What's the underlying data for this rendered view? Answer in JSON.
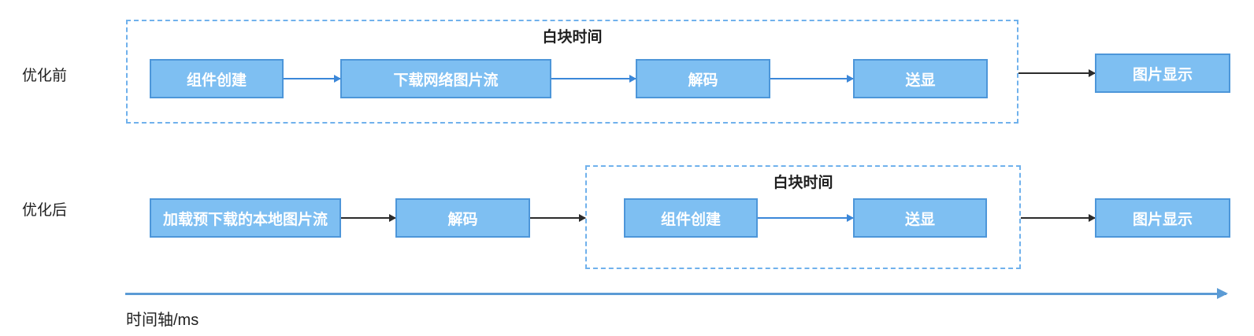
{
  "diagram": {
    "rows": [
      {
        "label": "优化前",
        "white_block": {
          "title": "白块时间",
          "boxes": [
            "组件创建",
            "下载网络图片流",
            "解码",
            "送显"
          ]
        },
        "result": "图片显示"
      },
      {
        "label": "优化后",
        "pre_boxes": [
          "加载预下载的本地图片流",
          "解码"
        ],
        "white_block": {
          "title": "白块时间",
          "boxes": [
            "组件创建",
            "送显"
          ]
        },
        "result": "图片显示"
      }
    ],
    "timeline": {
      "label": "时间轴/ms"
    }
  },
  "colors": {
    "box-fill": "#7EBFF2",
    "box-border": "#4D96D9",
    "dash-border": "#70B1EC",
    "arrow-blue": "#3B87D9",
    "arrow-black": "#2B2B2B",
    "timeline-blue": "#5B9BD5",
    "text-dark": "#1F1F1F",
    "box-text": "#FFFFFF"
  }
}
